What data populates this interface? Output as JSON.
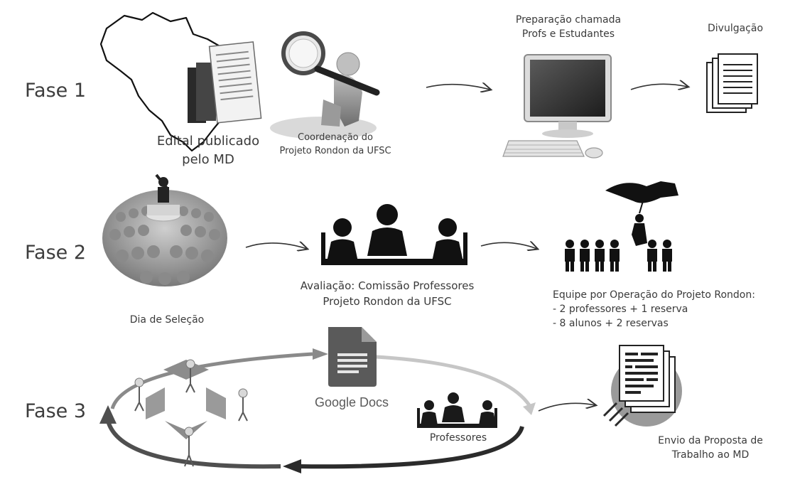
{
  "phases": {
    "fase1": "Fase 1",
    "fase2": "Fase 2",
    "fase3": "Fase 3"
  },
  "fase1": {
    "edital_line1": "Edital publicado",
    "edital_line2": "pelo MD",
    "coord_line1": "Coordenação do",
    "coord_line2": "Projeto Rondon da UFSC",
    "prep_line1": "Preparação chamada",
    "prep_line2": "Profs e Estudantes",
    "divulgacao": "Divulgação"
  },
  "fase2": {
    "selecao": "Dia de Seleção",
    "aval_line1": "Avaliação: Comissão Professores",
    "aval_line2": "Projeto Rondon da UFSC",
    "equipe_title": "Equipe por Operação do Projeto Rondon:",
    "equipe_item1": "- 2 professores + 1 reserva",
    "equipe_item2": "- 8 alunos + 2 reservas"
  },
  "fase3": {
    "google_docs": "Google Docs",
    "professores": "Professores",
    "envio_line1": "Envio da Proposta de",
    "envio_line2": "Trabalho ao MD"
  }
}
